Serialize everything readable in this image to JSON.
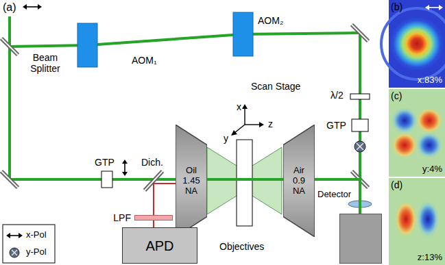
{
  "diagram": {
    "nodes": [
      {
        "text": [
          "Oil 1.45 NA"
        ]
      },
      {
        "text": [
          "Air 0.9 NA"
        ]
      },
      {
        "text": [
          "LPF"
        ]
      },
      {
        "text": [
          "APD"
        ]
      },
      {
        "text": [
          "Detector"
        ]
      },
      {
        "text": [
          "(b)",
          "x:83%"
        ]
      },
      {
        "text": [
          "(c)",
          "y:4%"
        ]
      },
      {
        "text": [
          "(d)",
          "z:13%"
        ]
      }
    ],
    "edges": [
      {
        "from": 0,
        "to": 1,
        "arrow": "none"
      },
      {
        "from": 1,
        "to": 4,
        "arrow": "none"
      },
      {
        "from": 0,
        "to": 2,
        "arrow": "none"
      },
      {
        "from": 2,
        "to": 3,
        "arrow": "none"
      }
    ],
    "labels": [
      "(a)",
      "Beam Splitter",
      "AOM₁",
      "AOM₂",
      "λ/2",
      "GTP",
      "Scan Stage",
      "x",
      "y",
      "z",
      "GTP",
      "Dich.",
      "Objectives"
    ],
    "legend": [
      {
        "text": "x-Pol"
      },
      {
        "text": "y-Pol"
      }
    ]
  }
}
